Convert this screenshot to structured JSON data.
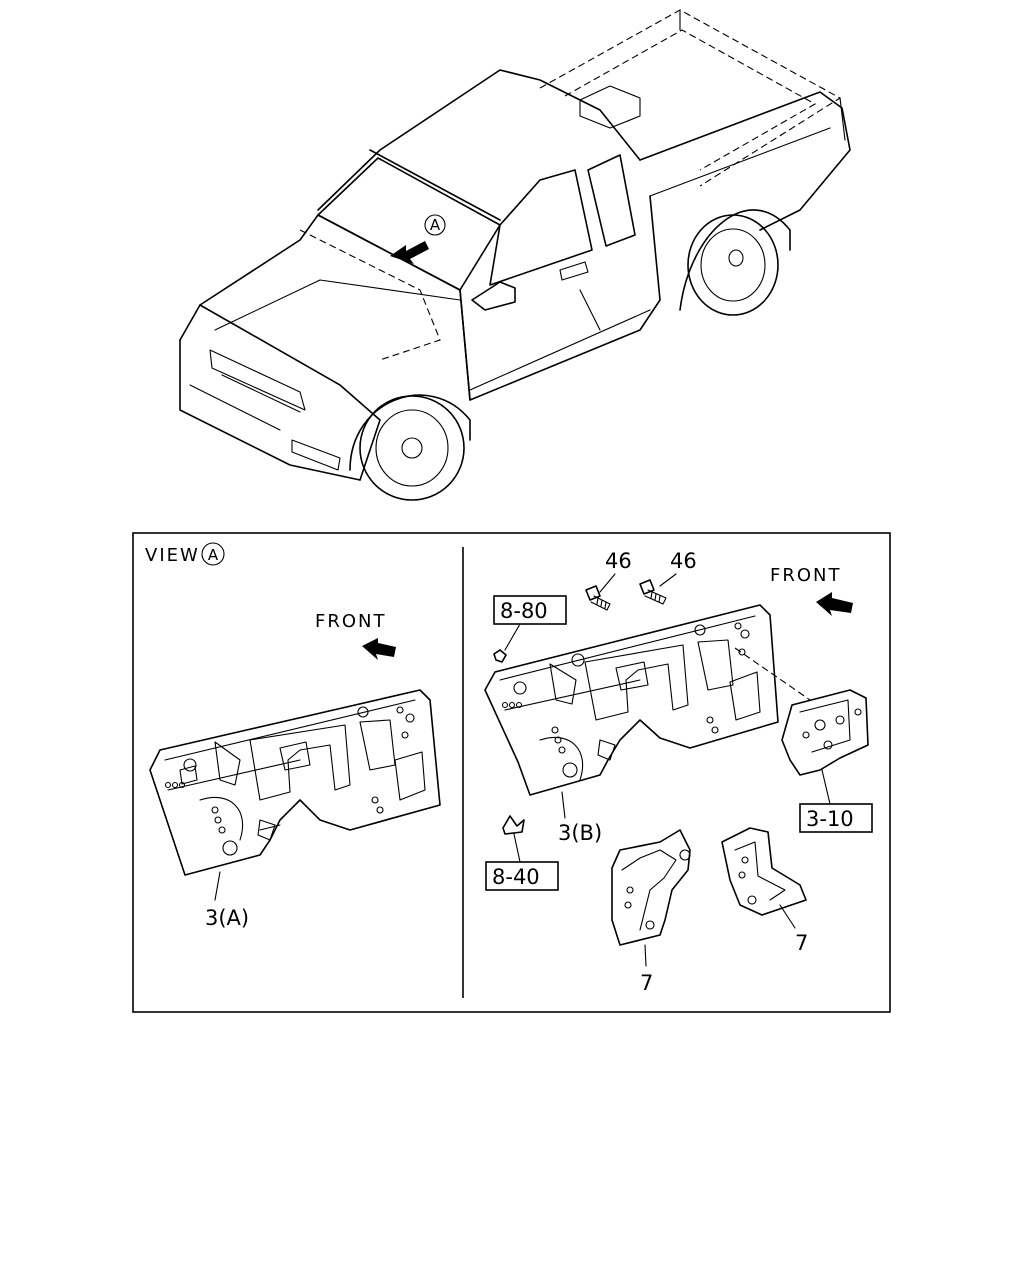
{
  "vehicle_callout": "A",
  "view": {
    "prefix": "VIEW",
    "marker": "A"
  },
  "left_panel": {
    "direction_label": "FRONT",
    "part_label": "3(A)"
  },
  "right_panel": {
    "direction_label": "FRONT",
    "callouts": [
      {
        "id": "bolt-1",
        "text": "46"
      },
      {
        "id": "bolt-2",
        "text": "46"
      },
      {
        "id": "ref-8-80",
        "text": "8-80",
        "boxed": true
      },
      {
        "id": "ref-3-10",
        "text": "3-10",
        "boxed": true
      },
      {
        "id": "ref-8-40",
        "text": "8-40",
        "boxed": true
      },
      {
        "id": "dash-panel",
        "text": "3(B)"
      },
      {
        "id": "bracket-left",
        "text": "7"
      },
      {
        "id": "bracket-right",
        "text": "7"
      }
    ]
  }
}
